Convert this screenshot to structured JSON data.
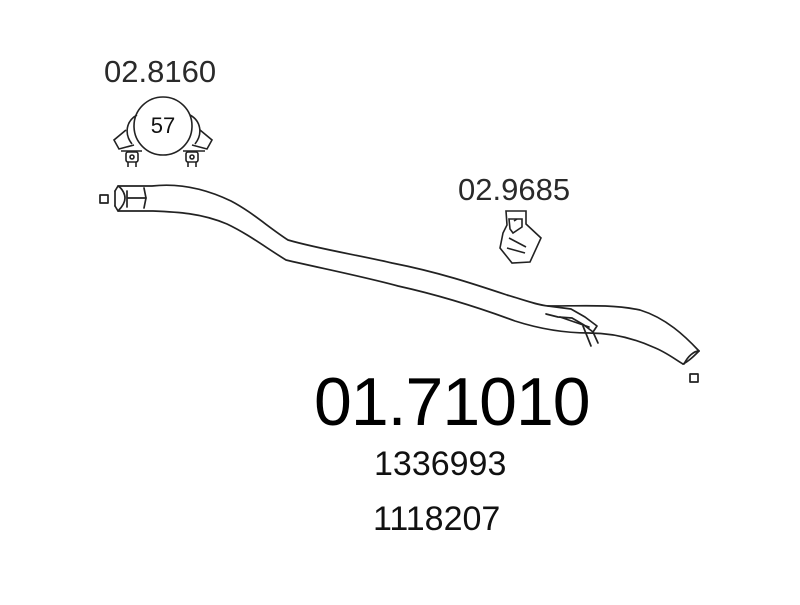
{
  "part": {
    "number": "01.71010",
    "oem_numbers": [
      "1336993",
      "1118207"
    ]
  },
  "accessories": {
    "clamp": {
      "code": "02.8160",
      "size": "57",
      "icon": "exhaust-clamp-icon"
    },
    "hanger": {
      "code": "02.9685",
      "icon": "rubber-hanger-icon"
    }
  },
  "pipe": {
    "icon": "exhaust-pipe-icon"
  },
  "colors": {
    "background": "#ffffff",
    "line": "#222222",
    "text": "#000000"
  }
}
